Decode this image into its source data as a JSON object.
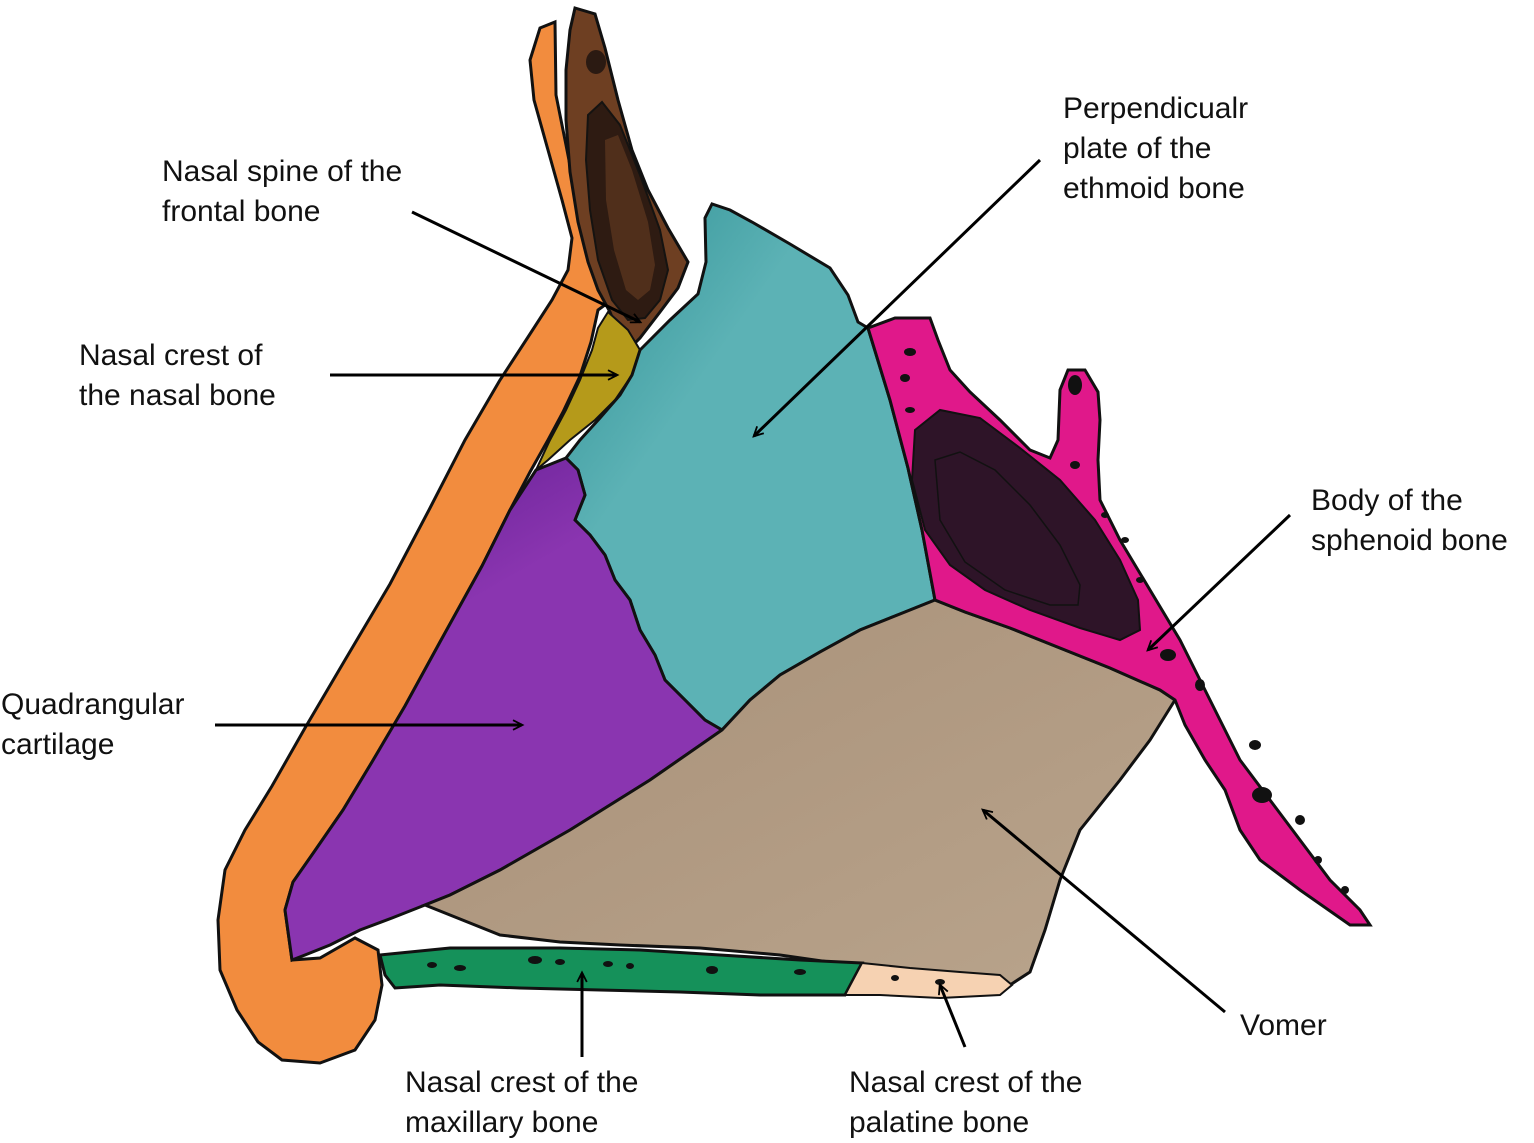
{
  "labels": {
    "nasal_spine_frontal": [
      "Nasal spine of the",
      "frontal bone"
    ],
    "nasal_crest_nasal": [
      "Nasal crest of",
      "the nasal bone"
    ],
    "perpendicular_plate": [
      "Perpendicualr",
      "plate of the",
      "ethmoid bone"
    ],
    "body_sphenoid": [
      "Body of the",
      "sphenoid bone"
    ],
    "quadrangular_cartilage": [
      "Quadrangular",
      "cartilage"
    ],
    "vomer": [
      "Vomer"
    ],
    "nasal_crest_maxillary": [
      "Nasal crest of the",
      "maxillary bone"
    ],
    "nasal_crest_palatine": [
      "Nasal crest of the",
      "palatine bone"
    ]
  },
  "colors": {
    "skin": "#f28c3e",
    "frontal_bone": "#6e3f22",
    "frontal_sinus": "#2b1a12",
    "nasal_bone": "#b59a1a",
    "ethmoid": "#5cb2b5",
    "ethmoid_dark": "#17676c",
    "cartilage": "#8a35b0",
    "cartilage_dark": "#5a1a8c",
    "vomer": "#b6a087",
    "sphenoid": "#e0188a",
    "sphenoid_sinus": "#2e1428",
    "maxillary_crest": "#15915a",
    "palatine_crest": "#f6d2b2",
    "outline": "#111111",
    "arrow": "#000000"
  }
}
